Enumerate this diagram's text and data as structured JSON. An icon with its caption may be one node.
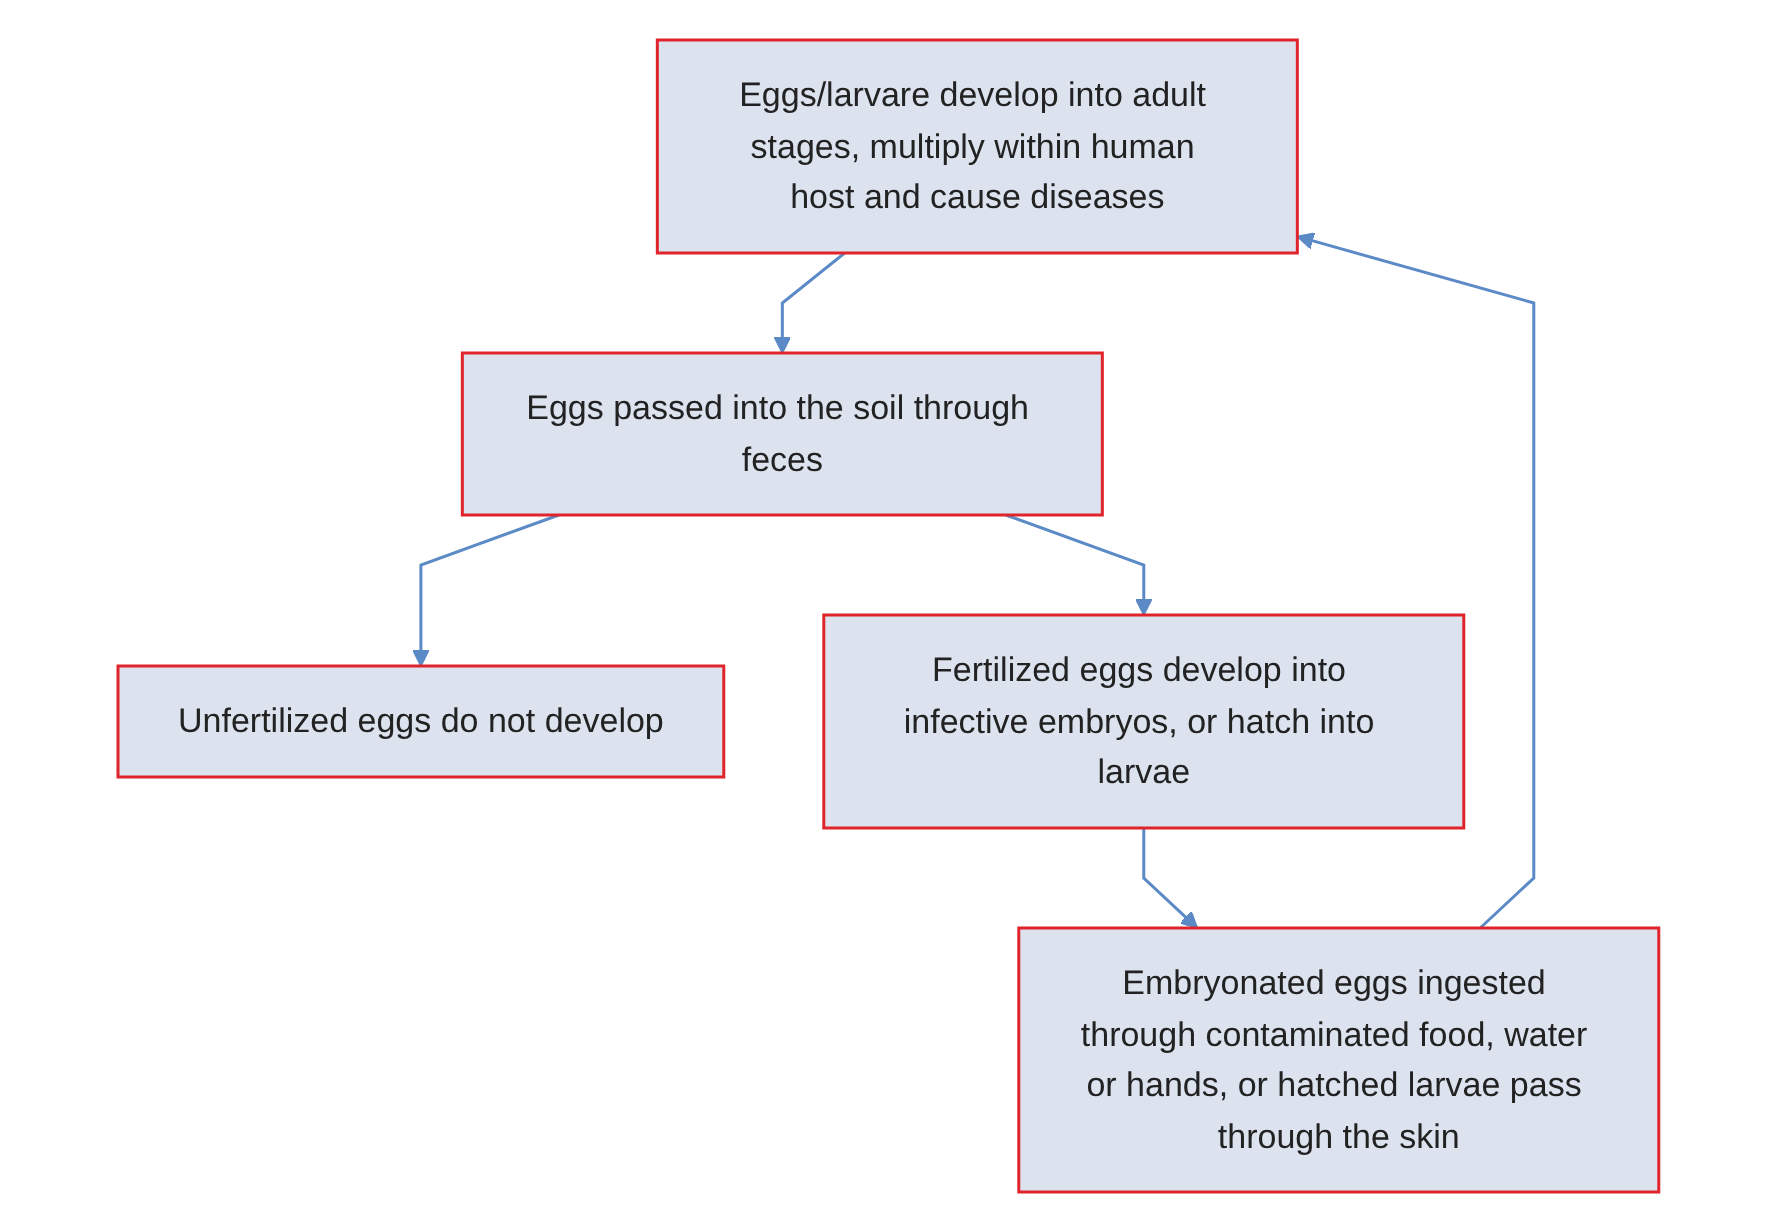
{
  "diagram": {
    "nodes": [
      {
        "text": [
          "Eggs/larvare develop into adult stages, multiply within human host and cause diseases"
        ]
      },
      {
        "text": [
          "Eggs passed into the soil through feces"
        ]
      },
      {
        "text": [
          "Unfertilized eggs do not develop"
        ]
      },
      {
        "text": [
          "Fertilized eggs develop into infective embryos, or hatch into larvae"
        ]
      },
      {
        "text": [
          "Embryonated eggs ingested through contaminated food, water or hands, or hatched larvae pass through the skin"
        ]
      }
    ],
    "edges": [
      {
        "from": 0,
        "to": 1,
        "arrow": "to"
      },
      {
        "from": 1,
        "to": 2,
        "arrow": "to"
      },
      {
        "from": 1,
        "to": 3,
        "arrow": "to"
      },
      {
        "from": 3,
        "to": 4,
        "arrow": "to"
      },
      {
        "from": 4,
        "to": 0,
        "arrow": "to"
      }
    ]
  }
}
